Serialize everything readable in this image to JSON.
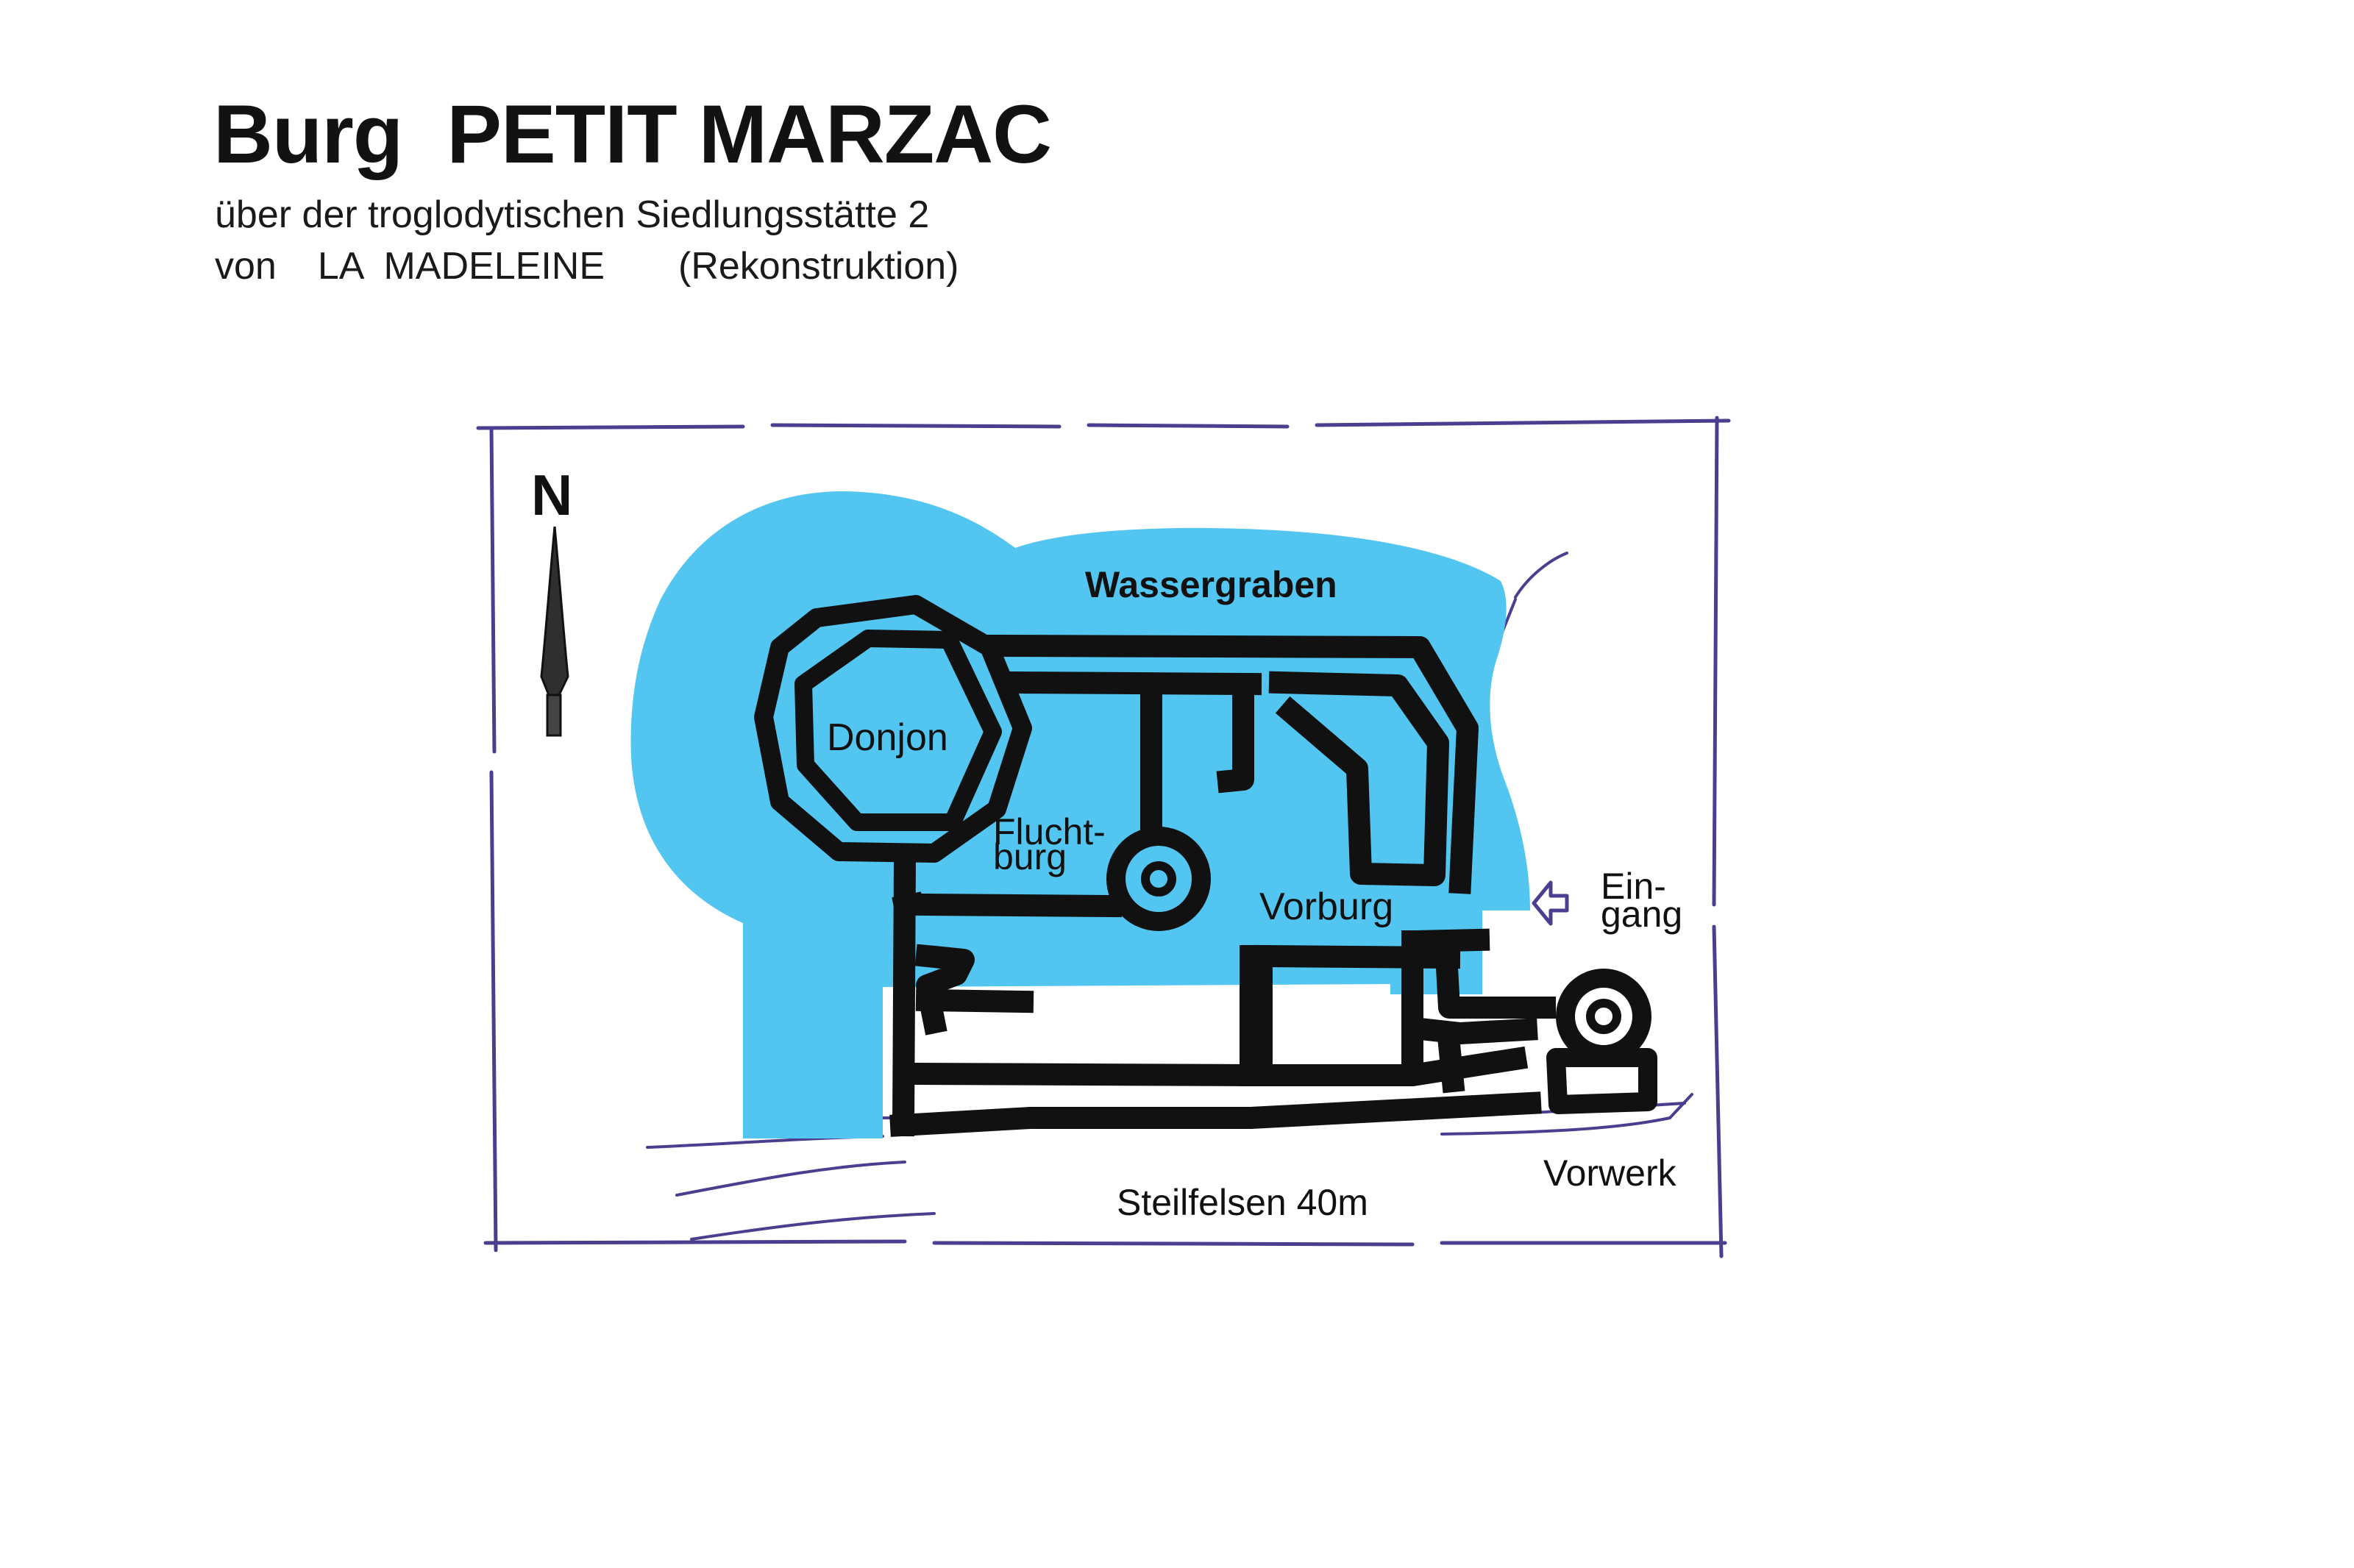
{
  "title": {
    "part1": "Burg",
    "part2": "PETIT MARZAC"
  },
  "subtitle": {
    "line1": "über der troglodytischen Siedlungsstätte 2",
    "line2_a": "von",
    "line2_b": "LA  MADELEINE",
    "line2_c": "(Rekonstruktion)"
  },
  "compass": {
    "label": "N"
  },
  "labels": {
    "moat": "Wassergraben",
    "keep": "Donjon",
    "refuge_1": "Flucht-",
    "refuge_2": "burg",
    "outer_bailey": "Vorburg",
    "entrance_1": "Ein-",
    "entrance_2": "gang",
    "outwork": "Vorwerk",
    "cliff": "Steilfelsen 40m"
  },
  "colors": {
    "water": "#52c6f0",
    "wall": "#111111",
    "frame": "#4a3f8f",
    "text": "#111111"
  }
}
